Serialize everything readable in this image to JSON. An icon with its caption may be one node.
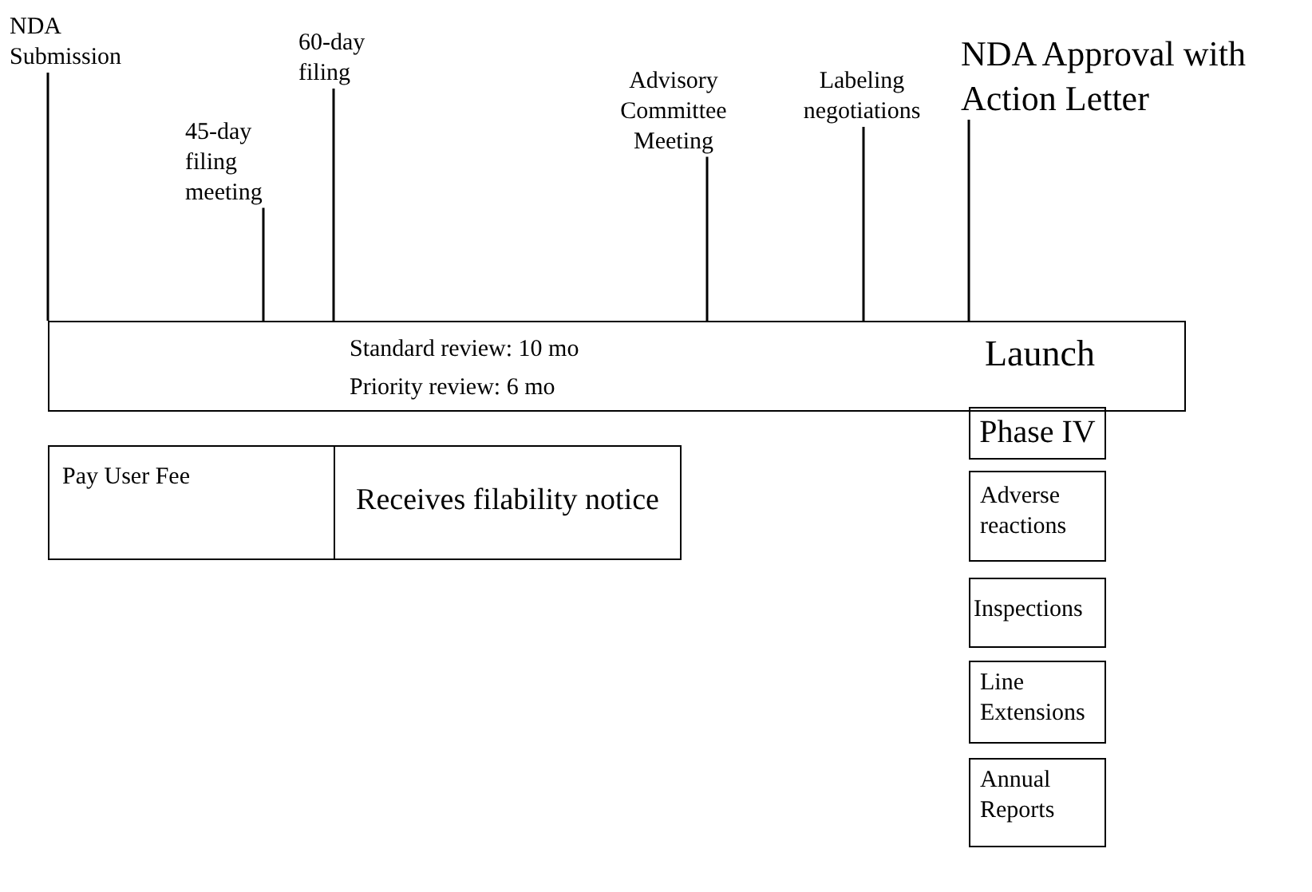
{
  "diagram": {
    "nodes": [
      {
        "text": [
          "NDA Submission"
        ]
      },
      {
        "text": [
          "45-day filing meeting"
        ]
      },
      {
        "text": [
          "60-day filing"
        ]
      },
      {
        "text": [
          "Advisory Committee Meeting"
        ]
      },
      {
        "text": [
          "Labeling negotiations"
        ]
      },
      {
        "text": [
          "NDA Approval with Action Letter"
        ]
      },
      {
        "text": [
          "Standard review: 10 mo",
          "Priority review: 6 mo",
          "Launch"
        ]
      },
      {
        "text": [
          "Pay User Fee"
        ]
      },
      {
        "text": [
          "Receives filability notice"
        ]
      },
      {
        "text": [
          "Phase IV"
        ]
      },
      {
        "text": [
          "Adverse reactions"
        ]
      },
      {
        "text": [
          "Inspections"
        ]
      },
      {
        "text": [
          "Line Extensions"
        ]
      },
      {
        "text": [
          "Annual Reports"
        ]
      }
    ],
    "edges": [
      {
        "from": 0,
        "to": 6,
        "arrow": "none"
      },
      {
        "from": 1,
        "to": 6,
        "arrow": "none"
      },
      {
        "from": 2,
        "to": 6,
        "arrow": "none"
      },
      {
        "from": 3,
        "to": 6,
        "arrow": "none"
      },
      {
        "from": 4,
        "to": 6,
        "arrow": "none"
      },
      {
        "from": 5,
        "to": 6,
        "arrow": "none"
      }
    ]
  }
}
